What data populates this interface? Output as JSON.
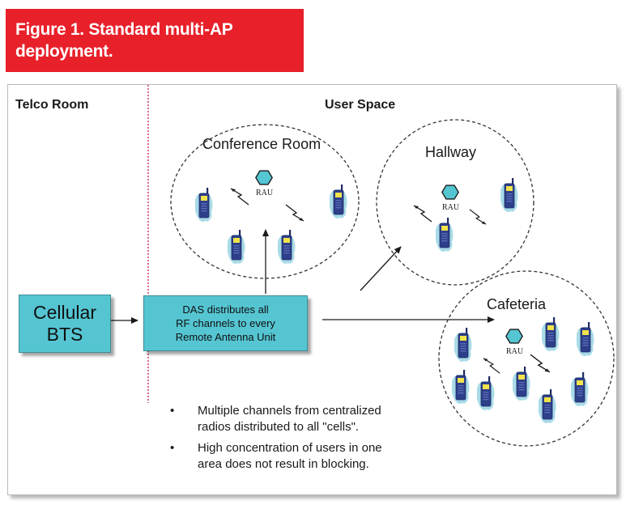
{
  "caption": {
    "line1": "Figure 1. Standard multi-AP",
    "line2": "deployment."
  },
  "regions": {
    "telco": "Telco Room",
    "user": "User Space"
  },
  "rooms": {
    "conference": "Conference Room",
    "hallway": "Hallway",
    "cafeteria": "Cafeteria"
  },
  "rau_label": "RAU",
  "bts": {
    "line1": "Cellular",
    "line2": "BTS"
  },
  "das": {
    "line1": "DAS distributes all",
    "line2": "RF channels to every",
    "line3": "Remote Antenna Unit"
  },
  "bullets": [
    {
      "mark": "•",
      "line1": "Multiple channels from centralized",
      "line2": "radios distributed to all \"cells\"."
    },
    {
      "mark": "•",
      "line1": "High concentration of users in one",
      "line2": "area does not result in blocking."
    }
  ],
  "colors": {
    "caption_bg": "#e8202a",
    "box_fill": "#55c5d2",
    "phone_body": "#2e3f8a",
    "phone_screen": "#f2e34a",
    "glow": "#a9dbe8",
    "divider": "#d0457e"
  },
  "icons": {
    "rau": "hexagon-antenna-icon",
    "phone": "mobile-phone-icon",
    "signal": "lightning-signal-icon"
  }
}
